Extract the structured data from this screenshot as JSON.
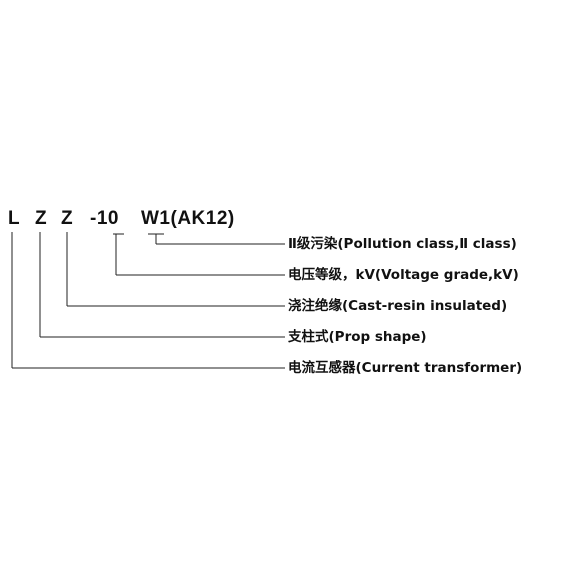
{
  "model_code": {
    "chars": [
      "L",
      "Z",
      "Z",
      "-10",
      "W1(AK12)"
    ]
  },
  "labels": [
    "Ⅱ级污染(Pollution class,Ⅱ class)",
    "电压等级，kV(Voltage grade,kV)",
    "浇注绝缘(Cast-resin insulated)",
    "支柱式(Prop shape)",
    "电流互感器(Current transformer)"
  ],
  "colors": {
    "text": "#111111",
    "line": "#222222",
    "background": "#ffffff"
  }
}
